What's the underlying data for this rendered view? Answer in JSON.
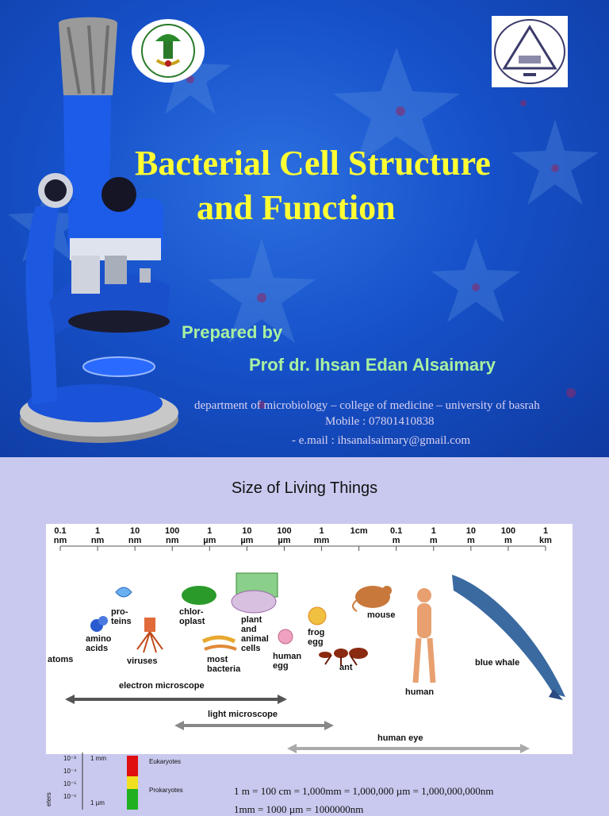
{
  "slide1": {
    "title_line1": "Bacterial Cell Structure",
    "title_line2": "and Function",
    "prepared_by": "Prepared by",
    "author": "Prof dr. Ihsan Edan Alsaimary",
    "department": "department of microbiology – college of medicine – university of basrah",
    "mobile": "Mobile : 07801410838",
    "email": "- e.mail : ihsanalsaimary@gmail.com",
    "colors": {
      "title": "#ffff33",
      "prepared": "#a8f0a0",
      "background": "#1651c9"
    }
  },
  "slide2": {
    "title": "Size of Living Things",
    "scale_labels": [
      {
        "top": "0.1",
        "bottom": "nm"
      },
      {
        "top": "1",
        "bottom": "nm"
      },
      {
        "top": "10",
        "bottom": "nm"
      },
      {
        "top": "100",
        "bottom": "nm"
      },
      {
        "top": "1",
        "bottom": "µm"
      },
      {
        "top": "10",
        "bottom": "µm"
      },
      {
        "top": "100",
        "bottom": "µm"
      },
      {
        "top": "1",
        "bottom": "mm"
      },
      {
        "top": "1cm",
        "bottom": ""
      },
      {
        "top": "0.1",
        "bottom": "m"
      },
      {
        "top": "1",
        "bottom": "m"
      },
      {
        "top": "10",
        "bottom": "m"
      },
      {
        "top": "100",
        "bottom": "m"
      },
      {
        "top": "1",
        "bottom": "km"
      }
    ],
    "items": {
      "atoms": "atoms",
      "amino_acids_1": "amino",
      "amino_acids_2": "acids",
      "proteins_1": "pro-",
      "proteins_2": "teins",
      "viruses": "viruses",
      "chloroplast_1": "chlor-",
      "chloroplast_2": "oplast",
      "bacteria_1": "most",
      "bacteria_2": "bacteria",
      "plant_1": "plant",
      "plant_2": "and",
      "plant_3": "animal",
      "plant_4": "cells",
      "human_egg_1": "human",
      "human_egg_2": "egg",
      "frog_egg_1": "frog",
      "frog_egg_2": "egg",
      "ant": "ant",
      "mouse": "mouse",
      "human": "human",
      "blue_whale": "blue whale"
    },
    "ranges": {
      "electron": "electron microscope",
      "light": "light microscope",
      "eye": "human eye"
    },
    "chart_axis": {
      "ticks": [
        "10⁻³",
        "10⁻⁴",
        "10⁻⁵",
        "10⁻⁶"
      ],
      "mm_label": "1 mm",
      "um_label": "1 µm",
      "ylabel": "eters",
      "legend_euk": "Eukaryotes",
      "legend_pro": "Prokaryotes"
    },
    "equation1": "1 m = 100 cm = 1,000mm = 1,000,000 µm = 1,000,000,000nm",
    "equation2": "1mm = 1000 µm = 1000000nm"
  }
}
